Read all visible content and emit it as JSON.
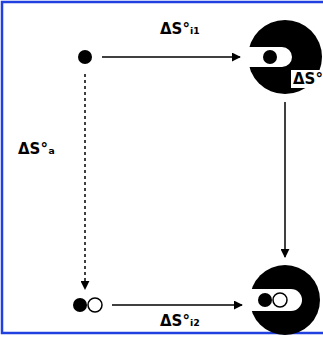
{
  "diagram": {
    "nodes": [
      {
        "text": []
      },
      {
        "text": []
      },
      {
        "text": []
      },
      {
        "text": []
      }
    ],
    "edges": [
      {
        "from": 0,
        "to": 1,
        "arrow": "to",
        "label": "ΔS°ᵢ₁"
      },
      {
        "from": 0,
        "to": 2,
        "arrow": "to",
        "label": "ΔS°ₐ"
      },
      {
        "from": 1,
        "to": 3,
        "arrow": "to",
        "label": "ΔS°"
      },
      {
        "from": 2,
        "to": 3,
        "arrow": "to",
        "label": "ΔS°ᵢ₂"
      }
    ]
  }
}
